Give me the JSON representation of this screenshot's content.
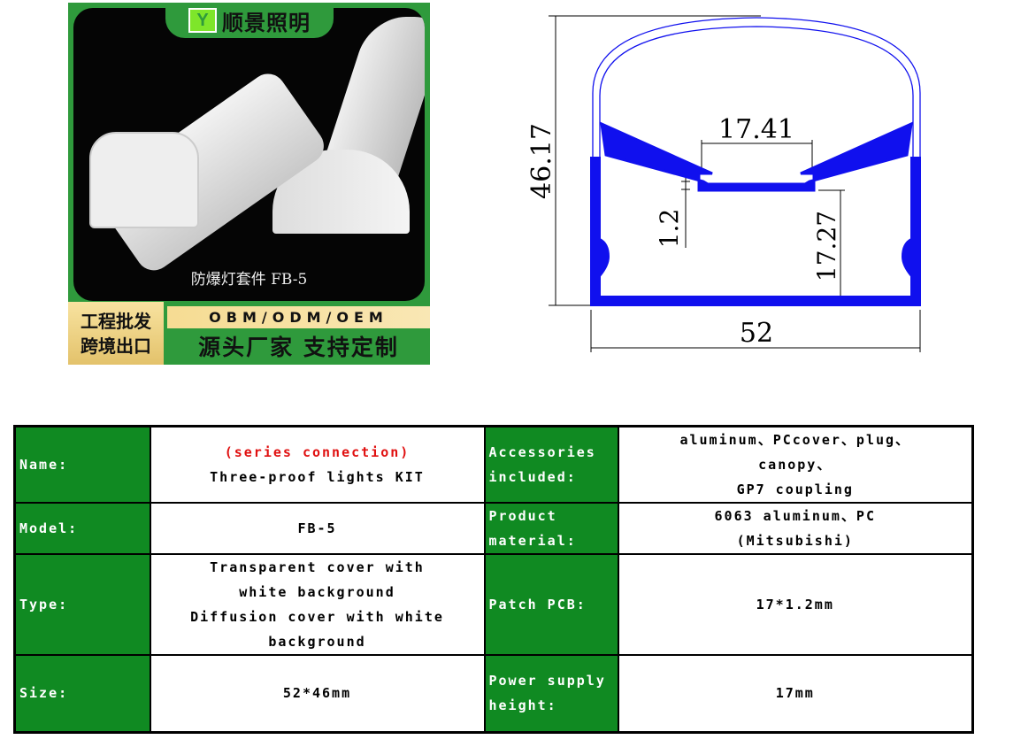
{
  "photo": {
    "brand": "顺景照明",
    "logo_letter": "Y",
    "caption": "防爆灯套件  FB-5",
    "badge_line1": "工程批发",
    "badge_line2": "跨境出口",
    "obm": "OBM/ODM/OEM",
    "slogan": "源头厂家 支持定制"
  },
  "diagram": {
    "height": "46.17",
    "width": "52",
    "channel_width": "17.41",
    "pcb_thickness": "1.2",
    "inner_height": "17.27",
    "profile_color": "#1010ee"
  },
  "table": {
    "name_label": "Name:",
    "name_red": "(series connection)",
    "name_value": "Three-proof lights KIT",
    "acc_label": "Accessories included:",
    "acc_value1": "aluminum、PCcover、plug、",
    "acc_value2": "canopy、",
    "acc_value3": "GP7 coupling",
    "model_label": "Model:",
    "model_value": "FB-5",
    "material_label": "Product material:",
    "material_value1": "6063 aluminum、PC",
    "material_value2": "(Mitsubishi)",
    "type_label": "Type:",
    "type_value1": "Transparent cover with white background",
    "type_value2": "Diffusion cover with white background",
    "pcb_label": "Patch PCB:",
    "pcb_value": "17*1.2mm",
    "size_label": "Size:",
    "size_value": "52*46mm",
    "power_label": "Power supply height:",
    "power_value": "17mm"
  }
}
